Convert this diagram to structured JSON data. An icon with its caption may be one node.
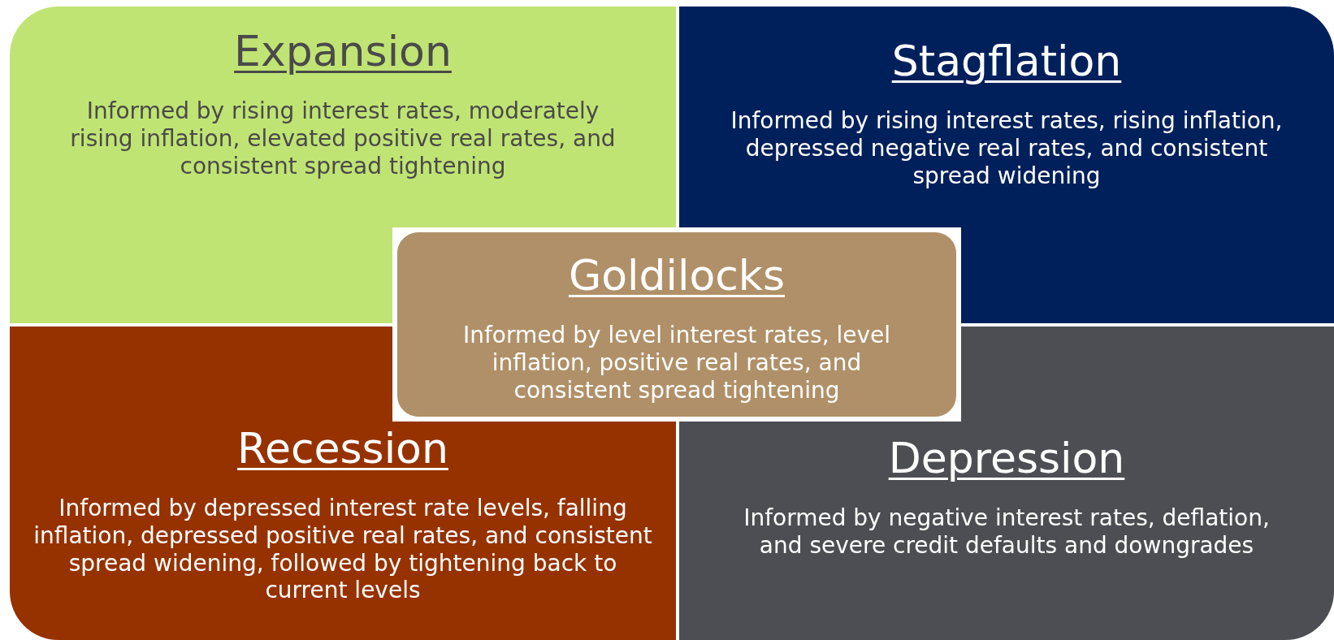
{
  "diagram": {
    "nodes": [
      {
        "text": [
          "Expansion",
          "Informed by rising interest rates, moderately rising inflation, elevated positive real rates, and consistent spread tightening"
        ]
      },
      {
        "text": [
          "Stagflation",
          "Informed by rising interest rates, rising inflation, depressed negative real rates, and consistent spread widening"
        ]
      },
      {
        "text": [
          "Goldilocks",
          "Informed by level interest rates, level inflation, positive real rates, and consistent spread tightening"
        ]
      },
      {
        "text": [
          "Recession",
          "Informed by depressed interest rate levels, falling inflation, depressed positive real rates, and consistent spread widening, followed by tightening back to current levels"
        ]
      },
      {
        "text": [
          "Depression",
          "Informed by negative interest rates, deflation, and severe credit defaults and downgrades"
        ]
      }
    ]
  }
}
